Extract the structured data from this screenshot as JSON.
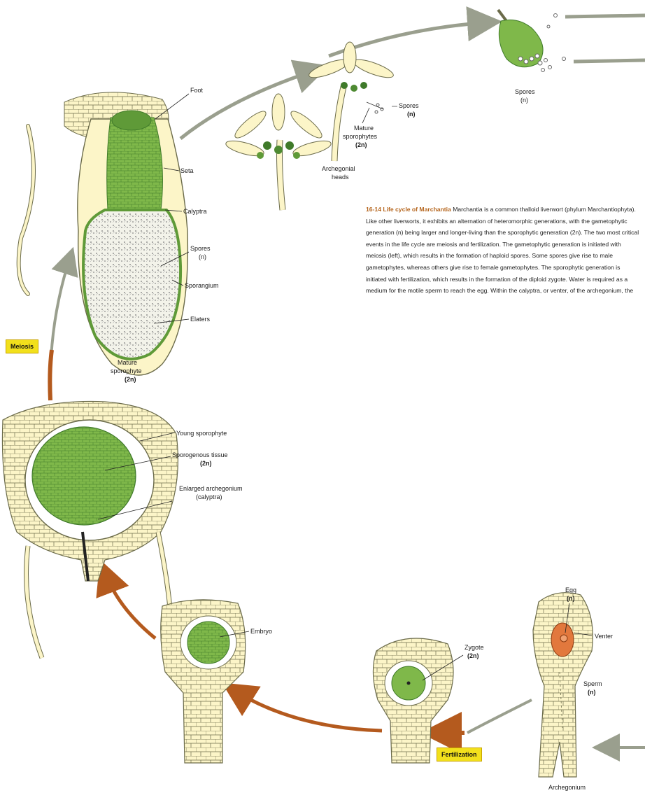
{
  "caption": {
    "title": "16-14 Life cycle of Marchantia",
    "body": "Marchantia is a common thalloid liverwort (phylum Marchantiophyta). Like other liverworts, it exhibits an alternation of heteromorphic generations, with the gametophytic generation (n) being larger and longer-living than the sporophytic generation (2n). The two most critical events in the life cycle are meiosis and fertilization. The gametophytic generation is initiated with meiosis (left), which results in the formation of haploid spores. Some spores give rise to male gametophytes, whereas others give rise to female gametophytes. The sporophytic generation is initiated with fertilization, which results in the formation of the diploid zygote. Water is required as a medium for the motile sperm to reach the egg. Within the calyptra, or venter, of the archegonium, the"
  },
  "stage_tags": {
    "meiosis": "Meiosis",
    "fertilization": "Fertilization"
  },
  "labels": {
    "foot": "Foot",
    "seta": "Seta",
    "calyptra": "Calyptra",
    "spores_n_line1": "Spores",
    "spores_n_line2": "(n)",
    "sporangium": "Sporangium",
    "elaters": "Elaters",
    "mature_sporophyte_1": "Mature",
    "mature_sporophyte_2": "sporophyte",
    "mature_sporophyte_3": "(2n)",
    "spores_top_1": "Spores",
    "spores_top_2": "(n)",
    "spores_head_1": "Spores",
    "spores_head_2": "(n)",
    "mature_sporophytes_1": "Mature",
    "mature_sporophytes_2": "sporophytes",
    "mature_sporophytes_3": "(2n)",
    "archegonial_heads_1": "Archegonial",
    "archegonial_heads_2": "heads",
    "young_sporophyte": "Young sporophyte",
    "sporogenous_tissue_1": "Sporogenous tissue",
    "sporogenous_tissue_2": "(2n)",
    "enlarged_archegonium_1": "Enlarged archegonium",
    "enlarged_archegonium_2": "(calyptra)",
    "embryo": "Embryo",
    "zygote_1": "Zygote",
    "zygote_2": "(2n)",
    "egg_1": "Egg",
    "egg_2": "(n)",
    "venter": "Venter",
    "sperm_1": "Sperm",
    "sperm_2": "(n)",
    "archegonium": "Archegonium"
  },
  "colors": {
    "tissue_fill": "#fcf5c8",
    "tissue_line": "#5a5a3a",
    "green_sporophyte": "#7fb84a",
    "dark_green": "#3f7a2a",
    "egg_orange": "#e2783d",
    "arrow_brown": "#b45a1e",
    "arrow_gray": "#9a9f8e",
    "tag_yellow": "#f2e01c",
    "caption_title": "#b5651d"
  }
}
